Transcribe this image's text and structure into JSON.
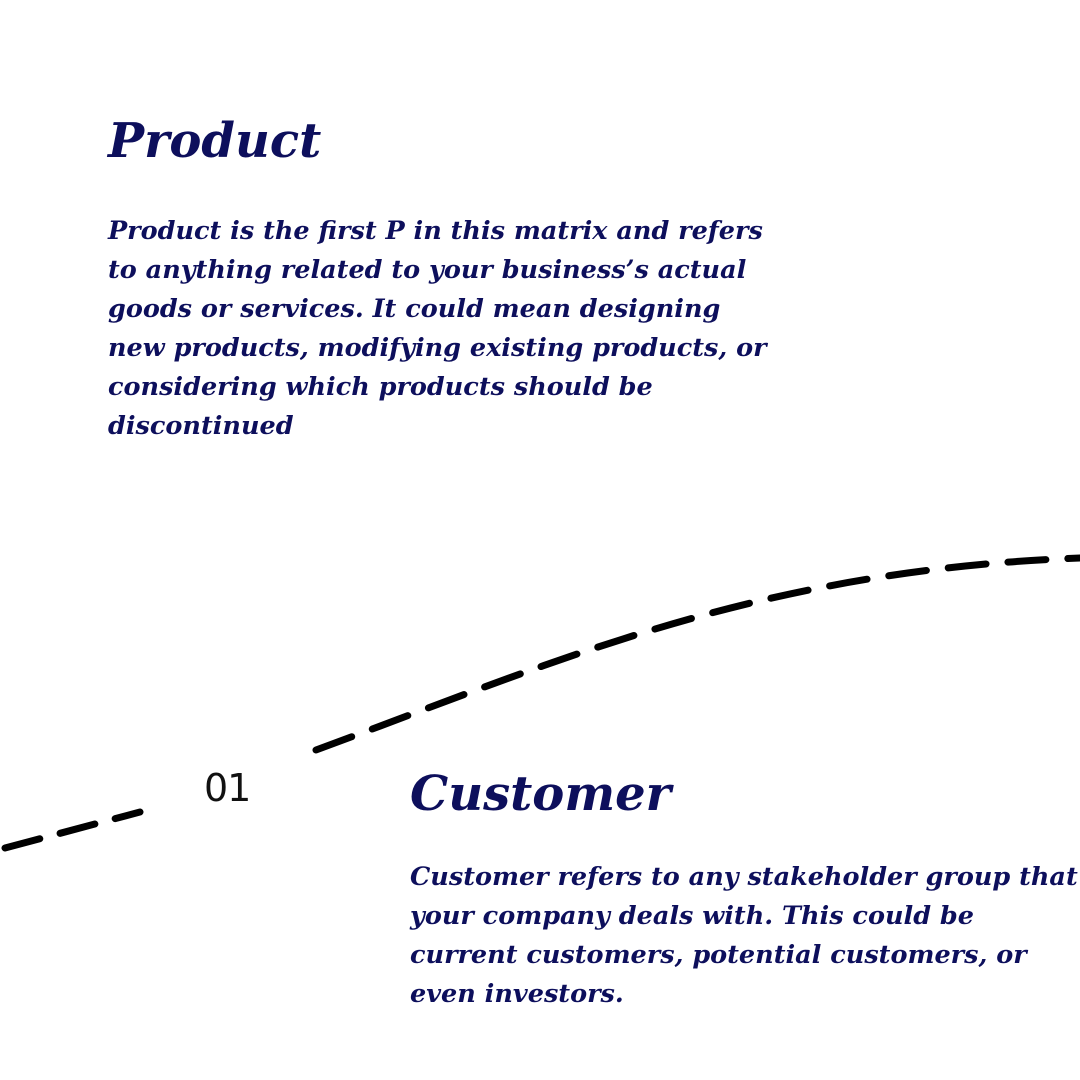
{
  "sections": [
    {
      "title": "Product",
      "body": "Product is the first P in this matrix and refers to anything related to your business’s actual goods or services. It could mean designing new products, modifying existing products, or considering which products should be discontinued"
    },
    {
      "number": "01",
      "title": "Customer",
      "body": "Customer refers to any stakeholder group that your company deals with. This could be current customers, potential customers, or even investors."
    }
  ],
  "colors": {
    "text": "#0d0f5c",
    "number": "#111111",
    "path": "#000000",
    "background": "#ffffff"
  }
}
